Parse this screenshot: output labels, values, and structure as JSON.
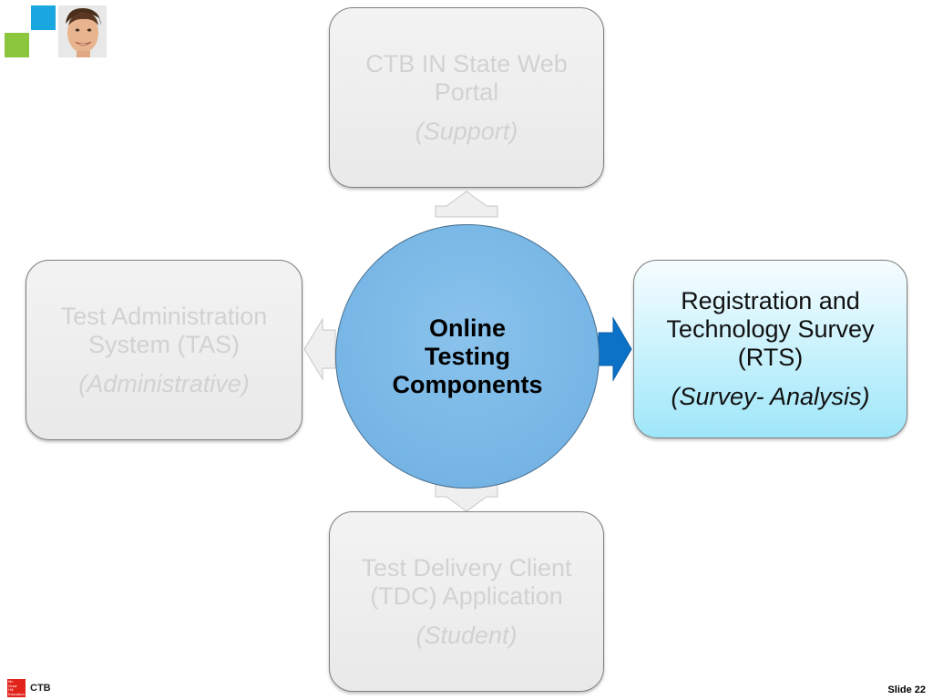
{
  "logo": {
    "accent_blue": "#1aa6df",
    "accent_green": "#8cc63f"
  },
  "center": {
    "lines": [
      "Online",
      "Testing",
      "Components"
    ],
    "color": "#78b7e6"
  },
  "nodes": {
    "top": {
      "title_lines": [
        "CTB IN State Web",
        "Portal"
      ],
      "subtitle": "(Support)",
      "state": "faded"
    },
    "left": {
      "title_lines": [
        "Test Administration",
        "System (TAS)"
      ],
      "subtitle": "(Administrative)",
      "state": "faded"
    },
    "right": {
      "title_lines": [
        "Registration and",
        "Technology Survey",
        "(RTS)"
      ],
      "subtitle": "(Survey- Analysis)",
      "state": "active"
    },
    "bottom": {
      "title_lines": [
        "Test Delivery Client",
        "(TDC) Application"
      ],
      "subtitle": "(Student)",
      "state": "faded"
    }
  },
  "arrows": {
    "faded_color": "#eeeeee",
    "active_color": "#0b72c8",
    "active_direction": "right"
  },
  "footer": {
    "publisher_logo_text": [
      "Mc",
      "Graw",
      "Hill",
      "Education"
    ],
    "company": "CTB",
    "slide_label": "Slide 22"
  }
}
